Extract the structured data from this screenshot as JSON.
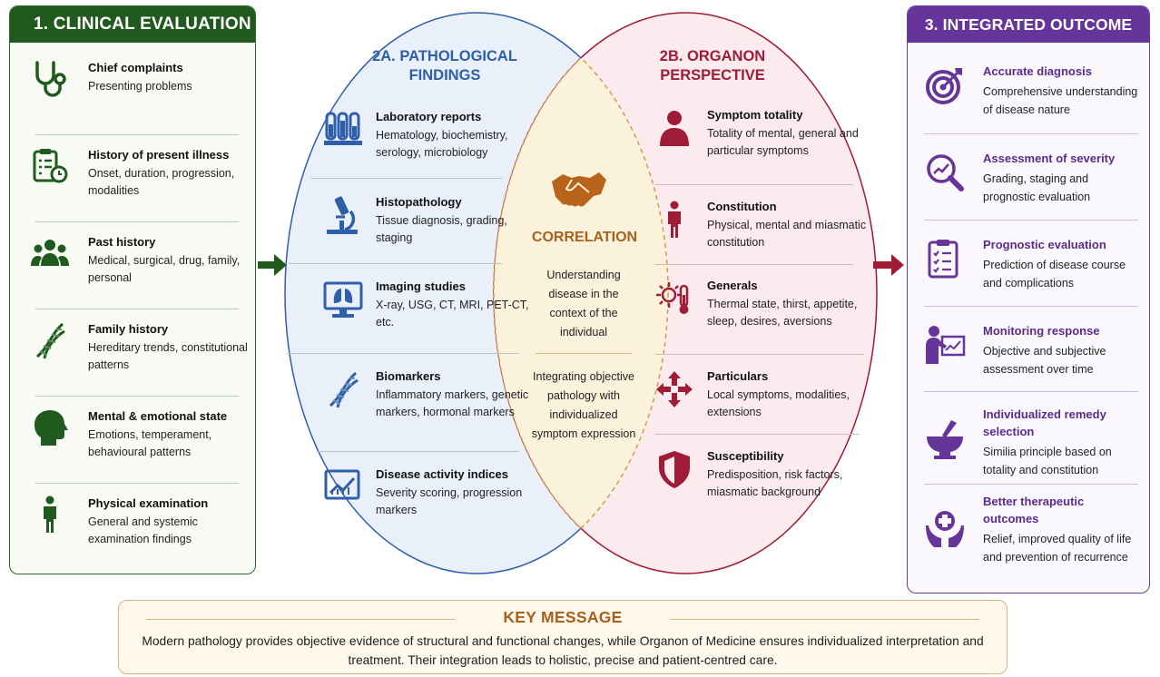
{
  "clinical": {
    "title": "1. CLINICAL EVALUATION",
    "items": [
      {
        "title": "Chief complaints",
        "desc": "Presenting problems",
        "icon": "stethoscope-icon"
      },
      {
        "title": "History of present illness",
        "desc": "Onset, duration, progression, modalities",
        "icon": "clipboard-clock-icon"
      },
      {
        "title": "Past history",
        "desc": "Medical, surgical, drug, family, personal",
        "icon": "people-group-icon"
      },
      {
        "title": "Family history",
        "desc": "Hereditary trends, constitutional patterns",
        "icon": "dna-icon"
      },
      {
        "title": "Mental & emotional state",
        "desc": "Emotions, temperament, behavioural patterns",
        "icon": "head-profile-icon"
      },
      {
        "title": "Physical examination",
        "desc": "General and systemic examination findings",
        "icon": "person-icon"
      }
    ]
  },
  "pathology": {
    "title": "2A. PATHOLOGICAL FINDINGS",
    "items": [
      {
        "title": "Laboratory reports",
        "desc": "Hematology, biochemistry, serology, microbiology",
        "icon": "test-tubes-icon"
      },
      {
        "title": "Histopathology",
        "desc": "Tissue diagnosis, grading, staging",
        "icon": "microscope-icon"
      },
      {
        "title": "Imaging studies",
        "desc": "X-ray, USG, CT, MRI, PET-CT, etc.",
        "icon": "monitor-lungs-icon"
      },
      {
        "title": "Biomarkers",
        "desc": "Inflammatory markers, genetic markers, hormonal markers",
        "icon": "dna-icon"
      },
      {
        "title": "Disease activity indices",
        "desc": "Severity scoring, progression markers",
        "icon": "line-chart-icon"
      }
    ]
  },
  "organon": {
    "title": "2B. ORGANON PERSPECTIVE",
    "items": [
      {
        "title": "Symptom totality",
        "desc": "Totality of mental, general and particular symptoms",
        "icon": "person-bust-icon"
      },
      {
        "title": "Constitution",
        "desc": "Physical, mental and miasmatic constitution",
        "icon": "person-icon"
      },
      {
        "title": "Generals",
        "desc": "Thermal state, thirst, appetite, sleep, desires, aversions",
        "icon": "sun-thermometer-icon"
      },
      {
        "title": "Particulars",
        "desc": "Local symptoms, modalities, extensions",
        "icon": "four-arrows-icon"
      },
      {
        "title": "Susceptibility",
        "desc": "Predisposition, risk factors, miasmatic background",
        "icon": "shield-icon"
      }
    ]
  },
  "correlation": {
    "label": "CORRELATION",
    "text1": "Understanding disease in the context of the individual",
    "text2": "Integrating objective pathology with individualized symptom expression",
    "icon": "handshake-icon"
  },
  "outcome": {
    "title": "3. INTEGRATED OUTCOME",
    "items": [
      {
        "title": "Accurate diagnosis",
        "desc": "Comprehensive understanding of disease nature",
        "icon": "target-icon"
      },
      {
        "title": "Assessment of severity",
        "desc": "Grading, staging and prognostic evaluation",
        "icon": "magnifier-chart-icon"
      },
      {
        "title": "Prognostic evaluation",
        "desc": "Prediction of disease course and complications",
        "icon": "clipboard-checklist-icon"
      },
      {
        "title": "Monitoring response",
        "desc": "Objective and subjective assessment over time",
        "icon": "presenter-chart-icon"
      },
      {
        "title": "Individualized remedy selection",
        "desc": "Similia principle based on totality and constitution",
        "icon": "mortar-pestle-icon"
      },
      {
        "title": "Better therapeutic outcomes",
        "desc": "Relief, improved quality of life and prevention of recurrence",
        "icon": "hands-cross-icon"
      }
    ]
  },
  "key_message": {
    "title": "KEY MESSAGE",
    "text": "Modern pathology provides objective evidence of structural and functional changes, while Organon of Medicine ensures individualized interpretation and treatment. Their integration leads to holistic, precise and patient-centred care."
  },
  "colors": {
    "green": "#215a1f",
    "blue": "#2e5fa8",
    "red": "#a01c36",
    "purple": "#66359a",
    "orange": "#a8601a"
  }
}
